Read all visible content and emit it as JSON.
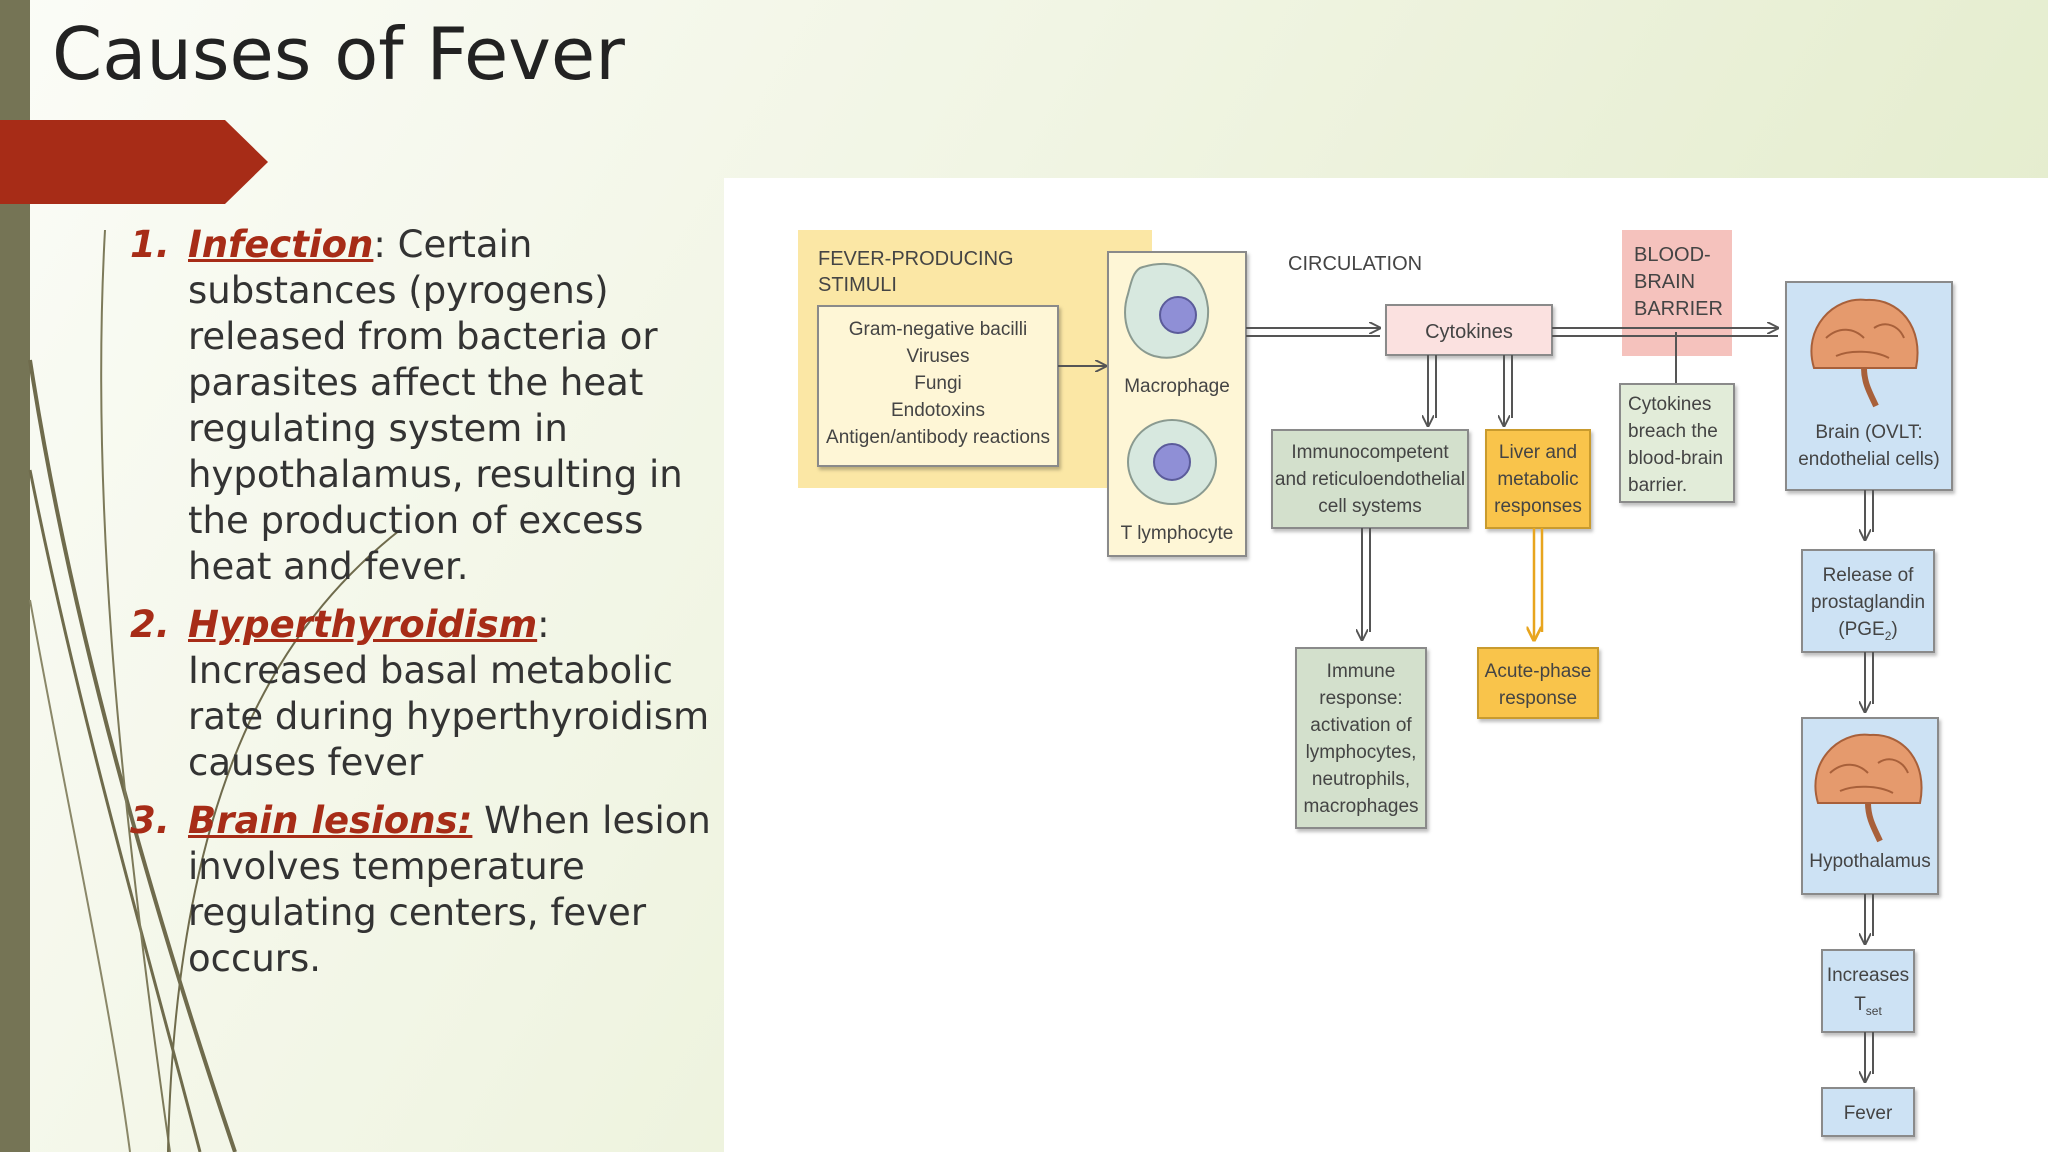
{
  "slide": {
    "title": "Causes of Fever",
    "items": [
      {
        "num": "1.",
        "term": "Infection",
        "sep": ":",
        "text": " Certain substances (pyrogens) released from bacteria or parasites affect the heat regulating system in hypothalamus, resulting in the production of excess heat and fever."
      },
      {
        "num": "2.",
        "term": "Hyperthyroidism",
        "sep": ":",
        "text": " Increased basal metabolic rate during hyperthyroidism causes fever"
      },
      {
        "num": "3.",
        "term": "Brain lesions:",
        "sep": "",
        "text": " When lesion involves temperature regulating centers, fever occurs."
      }
    ]
  },
  "diagram": {
    "stimuli_title": [
      "FEVER-PRODUCING",
      "STIMULI"
    ],
    "stimuli_items": [
      "Gram-negative bacilli",
      "Viruses",
      "Fungi",
      "Endotoxins",
      "Antigen/antibody reactions"
    ],
    "macrophage": "Macrophage",
    "t_lymphocyte": "T lymphocyte",
    "circulation": "CIRCULATION",
    "cytokines": "Cytokines",
    "bbb": [
      "BLOOD-",
      "BRAIN",
      "BARRIER"
    ],
    "cytokines_breach": [
      "Cytokines",
      "breach the",
      "blood-brain",
      "barrier."
    ],
    "immunocompetent": [
      "Immunocompetent",
      "and reticuloendothelial",
      "cell systems"
    ],
    "liver": [
      "Liver and",
      "metabolic",
      "responses"
    ],
    "immune_response": [
      "Immune",
      "response:",
      "activation of",
      "lymphocytes,",
      "neutrophils,",
      "macrophages"
    ],
    "acute_phase": [
      "Acute-phase",
      "response"
    ],
    "brain": [
      "Brain (OVLT:",
      "endothelial cells)"
    ],
    "prostaglandin": [
      "Release of",
      "prostaglandin",
      "(PGE",
      "2",
      ")"
    ],
    "hypothalamus": "Hypothalamus",
    "increases": "Increases",
    "tset": [
      "T",
      "set"
    ],
    "fever": "Fever"
  },
  "colors": {
    "accent": "#a72c17",
    "stimuli_bg": "#fbe7a5",
    "green_box": "#d3e0cc",
    "orange_box": "#f9c44c",
    "blue_box": "#cde2f4",
    "bbb_bg": "#f5c2bd"
  }
}
